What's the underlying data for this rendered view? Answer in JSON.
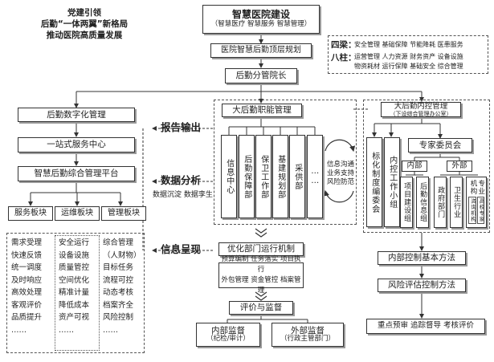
{
  "top": {
    "title": "智慧医院建设",
    "subtitle": "（智慧医疗 智慧服务 智慧管理）",
    "design": "医院智慧后勤顶层规划",
    "chief": "后勤分管院长"
  },
  "party": {
    "line1": "党建引领",
    "line2": "后勤“一体两翼”新格局",
    "line3": "推动医院高质量发展"
  },
  "pillars": {
    "liang_label": "四梁：",
    "liang_text": "安全管理 基础保障 节能降耗 医患服务",
    "zhu_label": "八柱：",
    "zhu_text1": "运营管理 人力资源 财务资产 设备设施",
    "zhu_text2": "物资耗材 运行保障 基础安全 综合管理"
  },
  "left": {
    "digital": "后勤数字化管理",
    "onestop": "一站式服务中心",
    "platform": "智慧后勤综合管理平台",
    "service_block": "服务板块",
    "ops_block": "运维板块",
    "mgmt_block": "管理板块",
    "service_items": [
      "需求受理",
      "快速反馈",
      "统一调度",
      "及时响应",
      "高效处理",
      "客观评价",
      "品质提升",
      "……"
    ],
    "ops_items": [
      "安全运行",
      "设备设施",
      "质量管控",
      "空间优化",
      "精准计量",
      "降低成本",
      "资产可视",
      "……"
    ],
    "mgmt_items": [
      "综合管理",
      "（人财物）",
      "目标任务",
      "流程可控",
      "动态考核",
      "档案齐全",
      "风险控制",
      "……"
    ]
  },
  "middle": {
    "report": "报告输出",
    "analysis": "数据分析",
    "analysis_sub": "数据沉淀 数据孪生",
    "display": "信息呈现",
    "func_mgmt": "大后勤职能管理",
    "depts": [
      "信息中心",
      "后勤保障部",
      "保卫工作部",
      "基建规划部",
      "采供部",
      "……"
    ],
    "support": "信息沟通\n业务支持\n风险防范",
    "optimize": "优化部门运行机制",
    "mech_line1": "预算编制 任务落实 项目执行",
    "mech_line2": "外包管理 资金管控 档案管理",
    "eval": "评价与监督",
    "internal_sup": "内部监督",
    "internal_sup_sub": "（纪检/审计）",
    "external_sup": "外部监督",
    "external_sup_sub": "（行政主管部门）"
  },
  "right": {
    "control": "大后勤内控管理",
    "control_sub": "（下设综合管理办公室）",
    "committee": "标化制度编委会",
    "internal_group": "内控工作小组",
    "experts": "专家委员会",
    "inner": "内部",
    "outer": "外部",
    "inner_items": [
      "项目建设组",
      "后勤信息组"
    ],
    "outer_items": [
      "政府部门",
      "卫生行业"
    ],
    "pro_org": "专业机构",
    "pro_sub1": "咨询机构",
    "pro_sub2": "高校专家",
    "method1": "内部控制基本方法",
    "method2": "风险评估控制方法",
    "method3": "重点预审 追踪督导 考核评价"
  }
}
